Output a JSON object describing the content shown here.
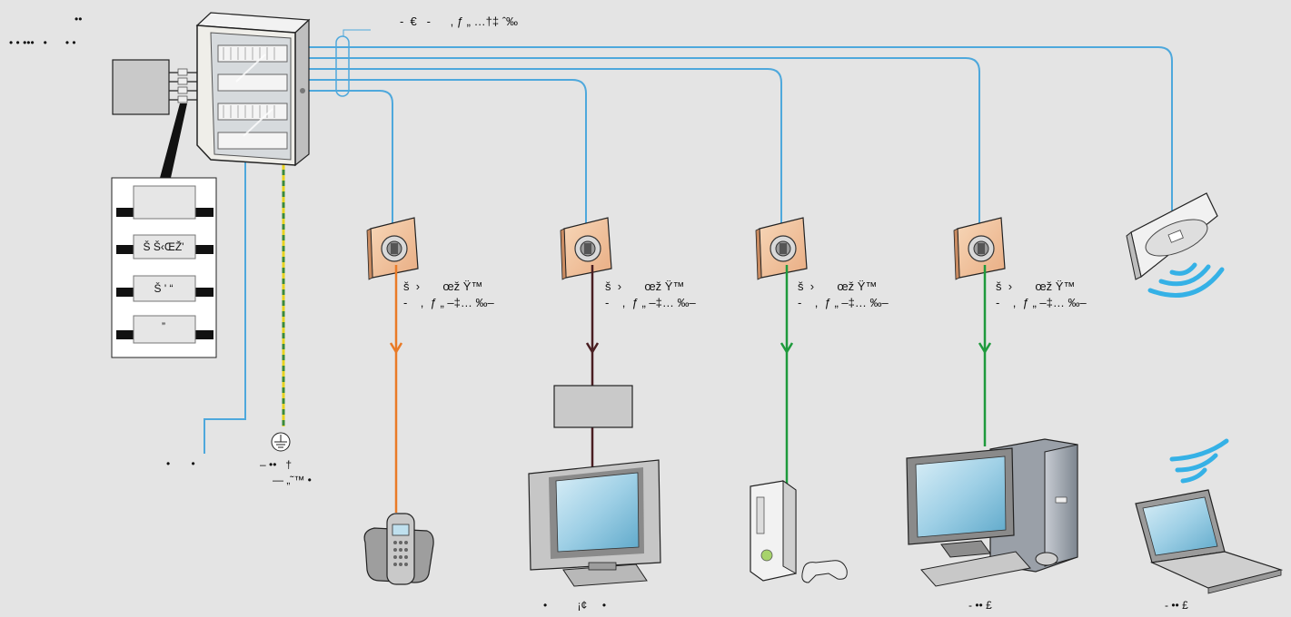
{
  "top_left_label": {
    "line1": "••",
    "line2": "• • •••   •      • •"
  },
  "cable_label": "-  €   -      , ƒ „ …†‡ ˆ‰",
  "panel": {
    "rows": [
      "",
      "Š Š‹ŒŽ'",
      "Š ' “",
      "”"
    ]
  },
  "outlet_label": {
    "line1": "š  ›       œž Ÿ™",
    "line2": "-    ,  ƒ „ –‡… ‰–"
  },
  "bottom_left": {
    "dots": "•       •",
    "ground_line1": "– ••   †",
    "ground_line2": "— „˜™ •"
  },
  "device_labels": {
    "tv": "•          ¡¢     •",
    "pc": "- •• £",
    "laptop": "- •• £"
  },
  "colors": {
    "background": "#e4e4e4",
    "network_cable": "#4ea8dc",
    "phone_cable": "#e97a26",
    "tv_cable": "#4a1e22",
    "data_cable": "#1e9a3c",
    "ground_cable_yellow": "#e8d320",
    "ground_cable_green": "#3c8a3a",
    "wifi": "#35b1e6",
    "outlet_plate": "#f2c8a4"
  },
  "icons": {
    "panel": "distribution-panel-icon",
    "outlet": "rj45-outlet-icon",
    "access_point": "wifi-access-point-icon",
    "phone": "cordless-phone-icon",
    "tv": "television-icon",
    "console": "game-console-icon",
    "pc": "desktop-computer-icon",
    "laptop": "laptop-icon",
    "ground": "ground-symbol-icon"
  }
}
